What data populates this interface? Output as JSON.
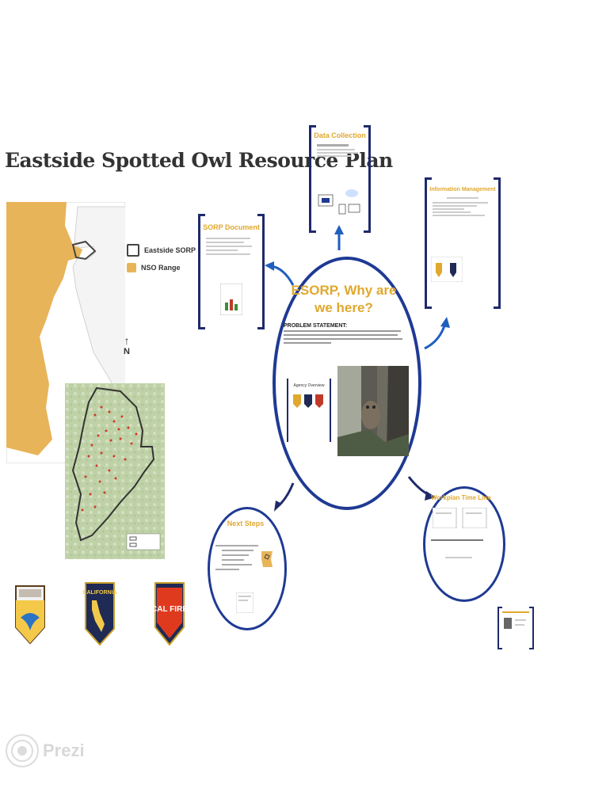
{
  "title": "Eastside Spotted Owl Resource Plan",
  "legend": {
    "items": [
      {
        "label": "Eastside SORP",
        "color": "#ffffff"
      },
      {
        "label": "NSO Range",
        "color": "#e8b45a"
      }
    ]
  },
  "north_arrow": "N",
  "colors": {
    "navy": "#1f3a93",
    "gold": "#e0a82e",
    "range": "#e8b45a"
  },
  "frames": {
    "data_collection": {
      "title": "Data Collection"
    },
    "sorp_document": {
      "title": "SORP Document"
    },
    "information_management": {
      "title": "Information Management"
    }
  },
  "main": {
    "title": "ESORP, Why are we here?",
    "problem_label": "PROBLEM STATEMENT:",
    "agency_box_title": "Agency Overview"
  },
  "next_steps": {
    "title": "Next Steps"
  },
  "workplan": {
    "title": "Workplan Time Line"
  },
  "logos": [
    {
      "name": "usfws-logo"
    },
    {
      "name": "california-fish-wildlife-logo",
      "text": "CALIFORNIA"
    },
    {
      "name": "cal-fire-logo",
      "text": "CAL FIRE"
    }
  ],
  "watermark": {
    "text": "Prezi"
  }
}
